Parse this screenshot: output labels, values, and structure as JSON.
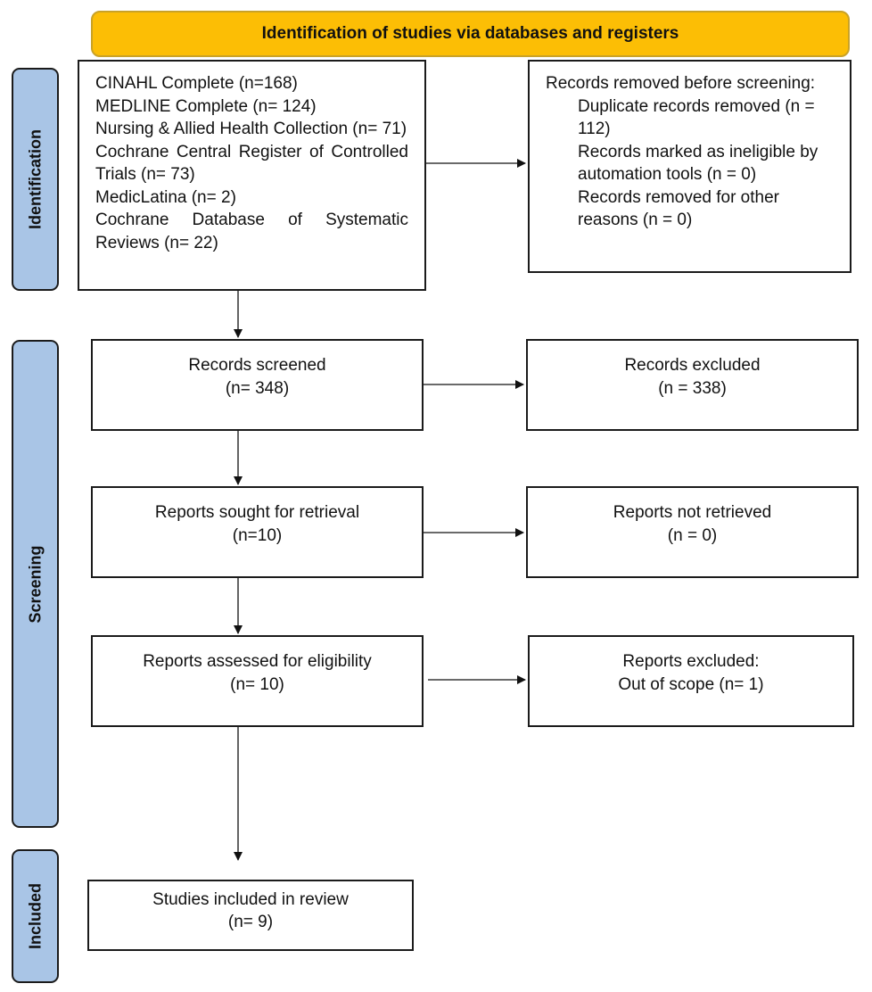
{
  "header": "Identification of studies via databases and registers",
  "phases": {
    "identification": "Identification",
    "screening": "Screening",
    "included": "Included"
  },
  "databases": [
    "CINAHL Complete (n=168)",
    "MEDLINE Complete (n= 124)",
    "Nursing & Allied Health Collection (n= 71)",
    "Cochrane Central Register of Controlled Trials (n= 73)",
    "MedicLatina (n= 2)",
    "Cochrane Database of Systematic Reviews (n= 22)"
  ],
  "removed": {
    "lead": "Records removed before screening:",
    "items": [
      "Duplicate records removed (n = 112)",
      "Records marked as ineligible by automation tools (n = 0)",
      "Records removed for other reasons (n = 0)"
    ]
  },
  "screened": {
    "label": "Records screened",
    "count": "(n= 348)"
  },
  "excluded": {
    "label": "Records excluded",
    "count": "(n = 338)"
  },
  "sought": {
    "label": "Reports sought for retrieval",
    "count": "(n=10)"
  },
  "not_retrieved": {
    "label": "Reports not retrieved",
    "count": "(n = 0)"
  },
  "assessed": {
    "label": "Reports assessed for eligibility",
    "count": "(n= 10)"
  },
  "reports_excluded": {
    "label": "Reports excluded:",
    "count": "Out of scope (n= 1)"
  },
  "included": {
    "label": "Studies included in review",
    "count": "(n= 9)"
  }
}
